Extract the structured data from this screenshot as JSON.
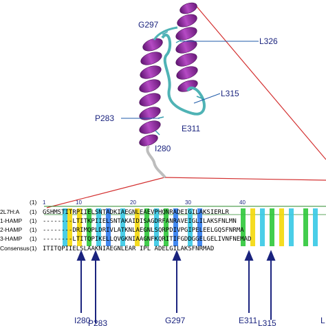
{
  "structure_labels": {
    "g297": "G297",
    "l326": "L326",
    "l315": "L315",
    "p283": "P283",
    "e311": "E311",
    "i280": "I280"
  },
  "alignment": {
    "ruler": [
      "1",
      "10",
      "20",
      "30",
      "40"
    ],
    "rows": [
      {
        "label": "2L7H:A",
        "index": "(1)",
        "seq": "GSHMSTITRPIIELSNTADKIAEGNLEAEVPHQNRADEIGILAKSIERLR"
      },
      {
        "label": "1-HAMP",
        "index": "(1)",
        "seq": "--------LTITKPIIELSNTAKAIDISAGDRFANRAVEIGLILAKSFNLMN"
      },
      {
        "label": "2-HAMP",
        "index": "(1)",
        "seq": "--------DRIMQPLDRIVLATKNLAEGNLSQRPDIVPGIPELEELGQSFNRMA"
      },
      {
        "label": "3-HAMP",
        "index": "(1)",
        "seq": "--------LTITQPIKELLQVGKNIAAGNFKQRITIFGDDGGELGELIVNFNEMAD"
      },
      {
        "label": "Consensus",
        "index": "(1)",
        "seq": "ITITQPIIELSLAAKNIAEGNLEAR IPL    ADELGILAKSFNRMAD"
      }
    ]
  },
  "highlighted_residues": [
    "I280",
    "P283",
    "G297",
    "E311",
    "L315",
    "L"
  ],
  "colors": {
    "helix": "#9b2fa8",
    "loop": "#4fb3b5",
    "callout_line": "#1e5aa8",
    "zoom_line": "#d32f2f",
    "arrow": "#1a237e",
    "hl_yellow": "#f5d90a",
    "hl_green": "#2ec83a",
    "hl_cyan": "#37c9e6",
    "hl_blue": "#2f7df0"
  }
}
